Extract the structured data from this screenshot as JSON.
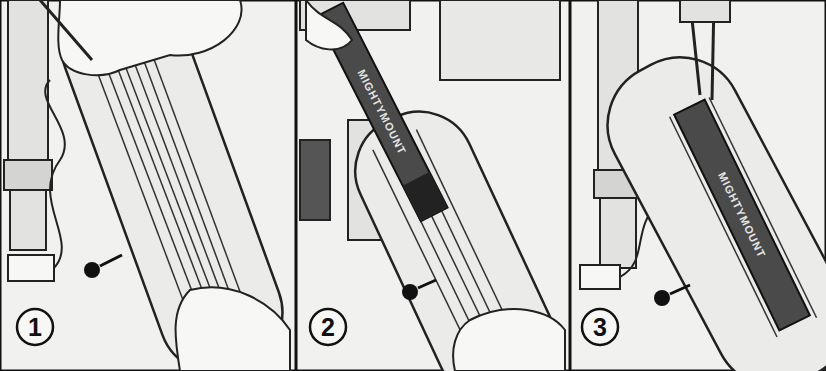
{
  "diagram": {
    "nodes": [
      {
        "text": [
          "1"
        ]
      },
      {
        "text": [
          "2"
        ]
      },
      {
        "text": [
          "3"
        ]
      }
    ],
    "labels": [
      "MIGHTYMOUNT",
      "MIGHTYMOUNT"
    ]
  }
}
